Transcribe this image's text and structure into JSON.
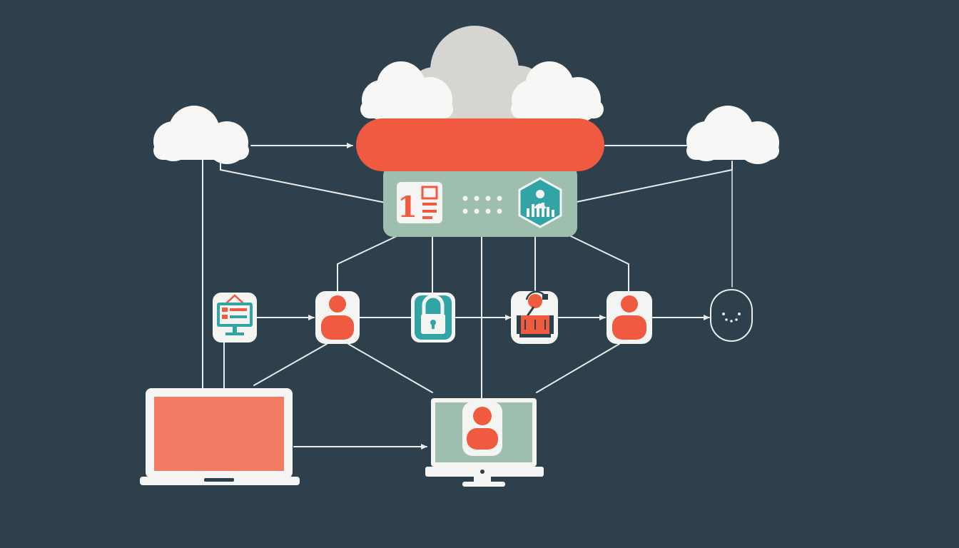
{
  "diagram": {
    "title": "",
    "colors": {
      "background": "#2e404b",
      "line": "#e8ecec",
      "cloud": "#f7f7f5",
      "cloud_back": "#d6d5d2",
      "accent_red": "#ef5a40",
      "accent_coral": "#f17c63",
      "sage": "#9ebfad",
      "teal": "#33a4a6",
      "tile": "#f4f4f2"
    },
    "clouds": [
      {
        "name": "cloud-top-back",
        "icon": "cloud-icon"
      },
      {
        "name": "cloud-top-left",
        "icon": "cloud-icon"
      },
      {
        "name": "cloud-top-right",
        "icon": "cloud-icon"
      },
      {
        "name": "cloud-left",
        "icon": "cloud-icon"
      },
      {
        "name": "cloud-right",
        "icon": "cloud-icon"
      }
    ],
    "hub": {
      "name": "central-server",
      "icons": [
        "document-list-icon",
        "dots-indicator-icon",
        "analytics-hexagon-icon"
      ],
      "document_number": "1"
    },
    "nodes": [
      {
        "name": "dashboard-monitor-node",
        "icon": "monitor-dashboard-icon"
      },
      {
        "name": "user-node-1",
        "icon": "user-icon"
      },
      {
        "name": "security-lock-node",
        "icon": "lock-icon"
      },
      {
        "name": "device-gear-node",
        "icon": "machine-icon"
      },
      {
        "name": "user-node-2",
        "icon": "user-icon"
      },
      {
        "name": "endpoint-node",
        "icon": "dots-icon"
      }
    ],
    "devices": [
      {
        "name": "laptop-device",
        "icon": "laptop-icon"
      },
      {
        "name": "desktop-monitor-device",
        "icon": "desktop-user-icon"
      }
    ]
  }
}
